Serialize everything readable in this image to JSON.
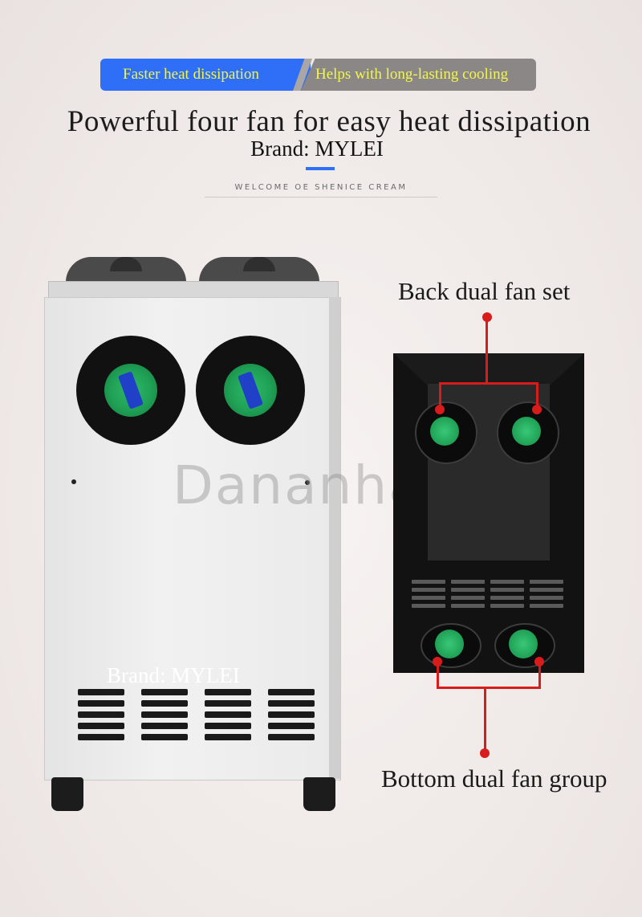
{
  "banner": {
    "left_text": "Faster heat dissipation",
    "right_text": "Helps with long-lasting cooling"
  },
  "headline": "Powerful four fan for easy heat dissipation",
  "brand_line": "Brand: MYLEI",
  "welcome_text": "WELCOME OE SHENICE CREAM",
  "machine": {
    "brand_overlay": "Brand: MYLEI",
    "watermark": "Dananhai"
  },
  "diagram": {
    "back_label": "Back dual fan set",
    "bottom_label": "Bottom dual fan group"
  },
  "colors": {
    "accent": "#2f6ef6",
    "banner_text": "#f3f64a",
    "callout": "#d81b1b",
    "fan_hub": "#1fa055"
  }
}
